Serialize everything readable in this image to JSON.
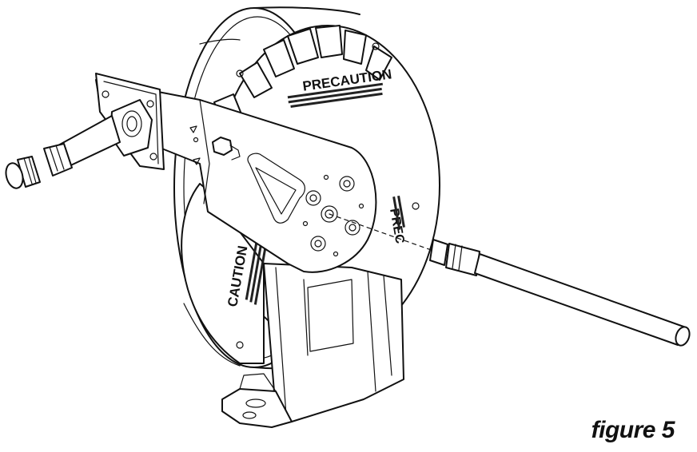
{
  "figure": {
    "caption": "figure 5",
    "labels": {
      "precaution_top": "PRECAUTION",
      "precaution_side": "PREC",
      "caution": "CAUTION"
    }
  }
}
